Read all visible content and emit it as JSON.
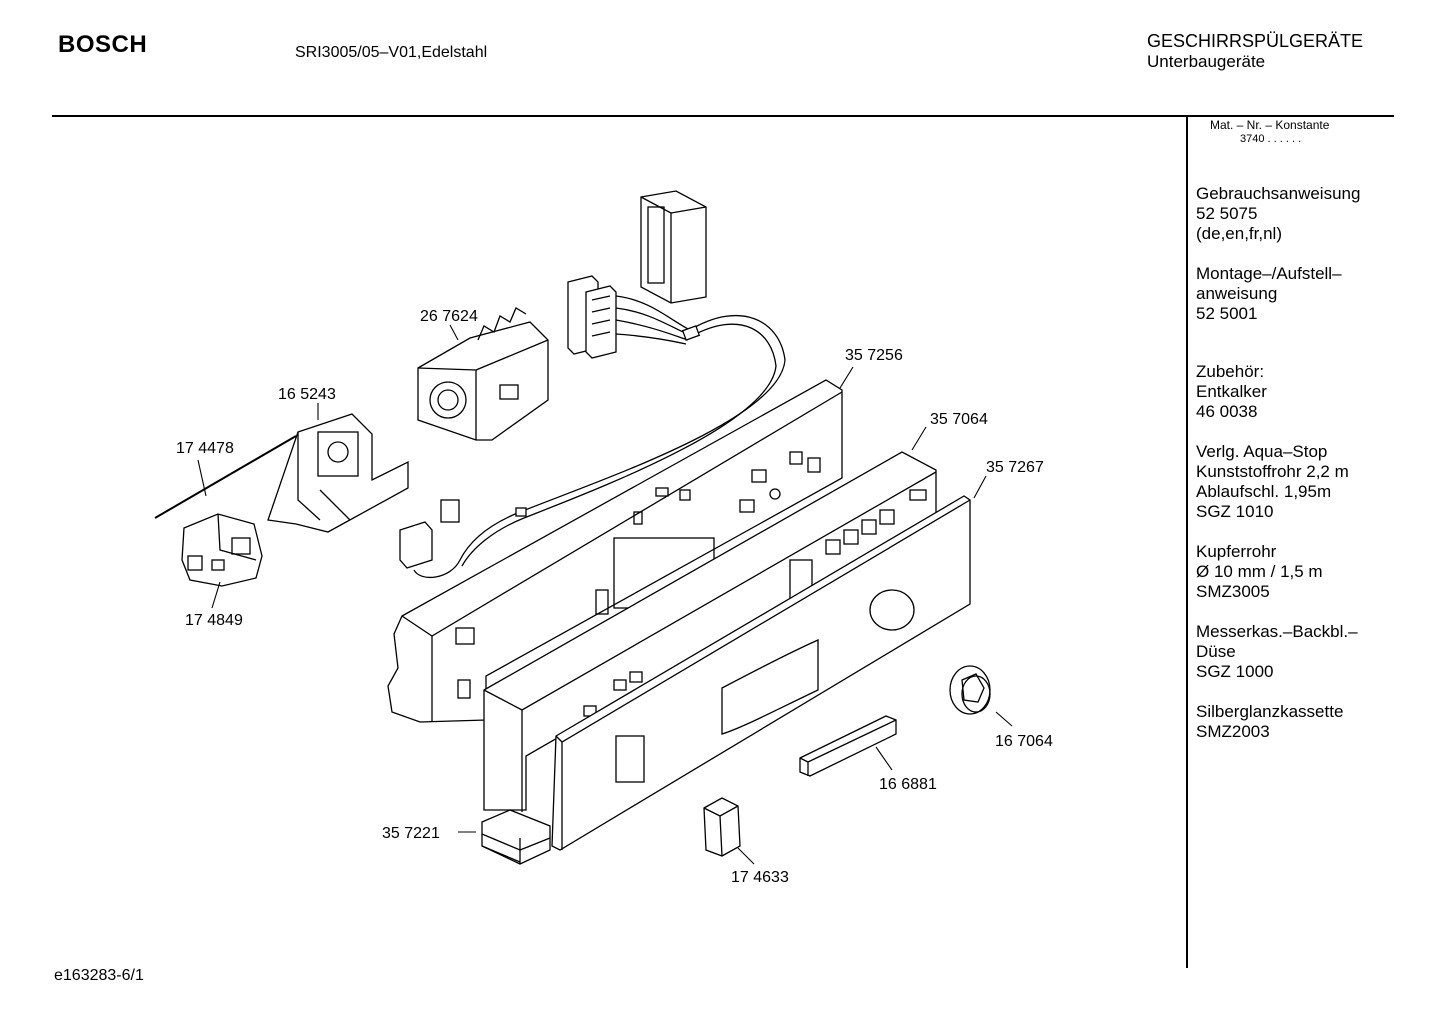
{
  "header": {
    "logo": "BOSCH",
    "model": "SRI3005/05–V01,Edelstahl",
    "category_line1": "GESCHIRRSPÜLGERÄTE",
    "category_line2": "Unterbaugeräte"
  },
  "sidebar": {
    "mat_header": "Mat. – Nr. – Konstante",
    "mat_value": "3740 .  .  .  .  .  .",
    "sections": [
      [
        "Gebrauchsanweisung",
        "52 5075",
        "(de,en,fr,nl)"
      ],
      [
        "Montage–/Aufstell–",
        "anweisung",
        "52 5001"
      ],
      [
        "Zubehör:",
        "Entkalker",
        "46 0038"
      ],
      [
        "Verlg. Aqua–Stop",
        "Kunststoffrohr 2,2 m",
        "Ablaufschl. 1,95m",
        "SGZ 1010"
      ],
      [
        "Kupferrohr",
        "Ø 10 mm / 1,5 m",
        "SMZ3005"
      ],
      [
        "Messerkas.–Backbl.–",
        "Düse",
        "SGZ 1000"
      ],
      [
        "Silberglanzkassette",
        "SMZ2003"
      ]
    ]
  },
  "parts": {
    "p267624": "26 7624",
    "p165243": "16 5243",
    "p174478": "17 4478",
    "p174849": "17 4849",
    "p357256": "35 7256",
    "p357064": "35 7064",
    "p357267": "35 7267",
    "p167064": "16 7064",
    "p166881": "16 6881",
    "p357221": "35 7221",
    "p174633": "17 4633"
  },
  "footer": {
    "doc_id": "e163283-6/1"
  }
}
